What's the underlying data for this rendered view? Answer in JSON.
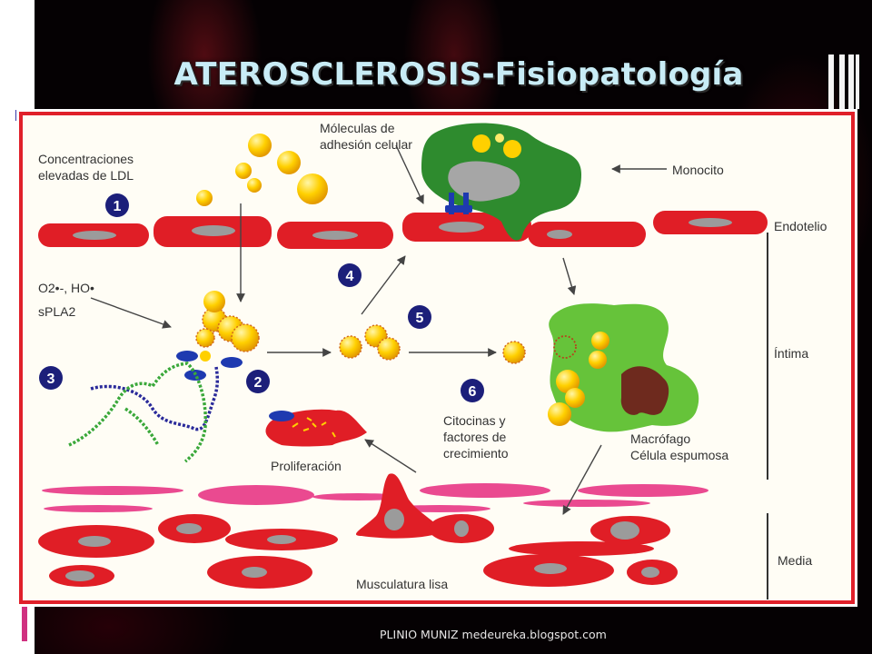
{
  "slide": {
    "title": "ATEROSCLEROSIS-Fisiopatología",
    "footer": "PLINIO MUNIZ medeureka.blogspot.com"
  },
  "diagram": {
    "labels": {
      "ldl_line1": "Concentraciones",
      "ldl_line2": "elevadas de LDL",
      "adhesion_line1": "Móleculas de",
      "adhesion_line2": "adhesión celular",
      "monocito": "Monocito",
      "endotelio": "Endotelio",
      "intima": "Íntima",
      "media": "Media",
      "ros_line1": "O2•-, HO•",
      "ros_line2": "sPLA2",
      "citocinas_line1": "Citocinas y",
      "citocinas_line2": "factores de",
      "citocinas_line3": "crecimiento",
      "macrofago_line1": "Macrófago",
      "macrofago_line2": "Célula espumosa",
      "proliferacion": "Proliferación",
      "musculatura": "Musculatura lisa"
    },
    "steps": [
      "1",
      "2",
      "3",
      "4",
      "5",
      "6"
    ],
    "colors": {
      "red": "#e01e26",
      "nucleus": "#9b9b9b",
      "ldl_yellow": "#ffc000",
      "monocyte_green": "#2e8b2e",
      "macrophage_green": "#66c33a",
      "step_badge": "#1c1f7a",
      "adhesion_blue": "#1e3ab0",
      "pink": "#ea4a90"
    }
  }
}
